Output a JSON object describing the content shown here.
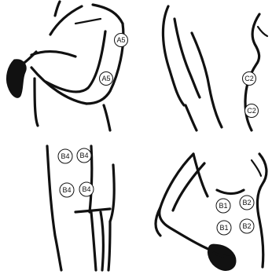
{
  "panels": {
    "upper_arm": {
      "markers": [
        "A5",
        "A5"
      ]
    },
    "back": {
      "markers": [
        "C2",
        "C2"
      ]
    },
    "thigh": {
      "markers": [
        "B4",
        "B4",
        "B4",
        "B4"
      ]
    },
    "abdomen": {
      "markers": [
        "B1",
        "B2",
        "B1",
        "B2"
      ]
    }
  }
}
